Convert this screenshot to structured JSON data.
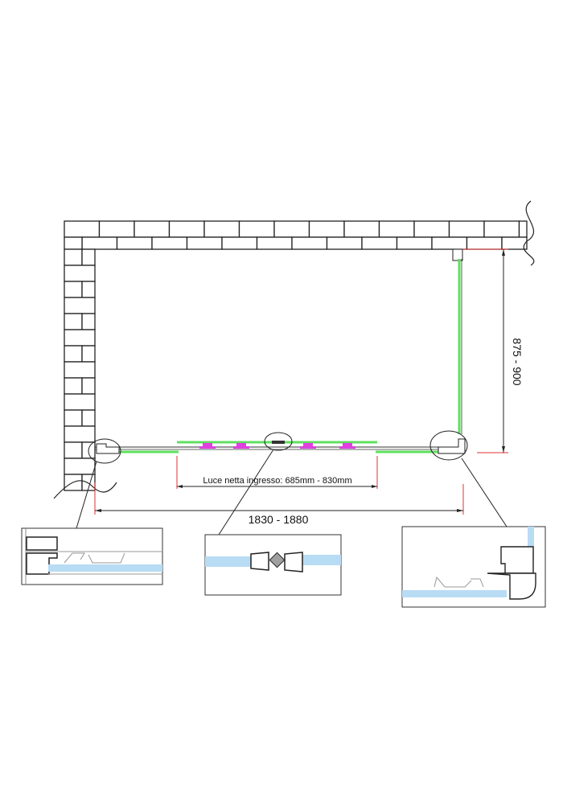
{
  "dimensions": {
    "opening_label": "Luce netta ingresso: 685mm - 830mm",
    "width_label": "1830 - 1880",
    "depth_label": "875 - 900"
  },
  "colors": {
    "glass_line": "#5fe05f",
    "roller": "#e040e0",
    "dimension_mark": "#e03030",
    "glass_fill": "#b8dcf4",
    "magnet_seal": "#a0a0a0"
  }
}
